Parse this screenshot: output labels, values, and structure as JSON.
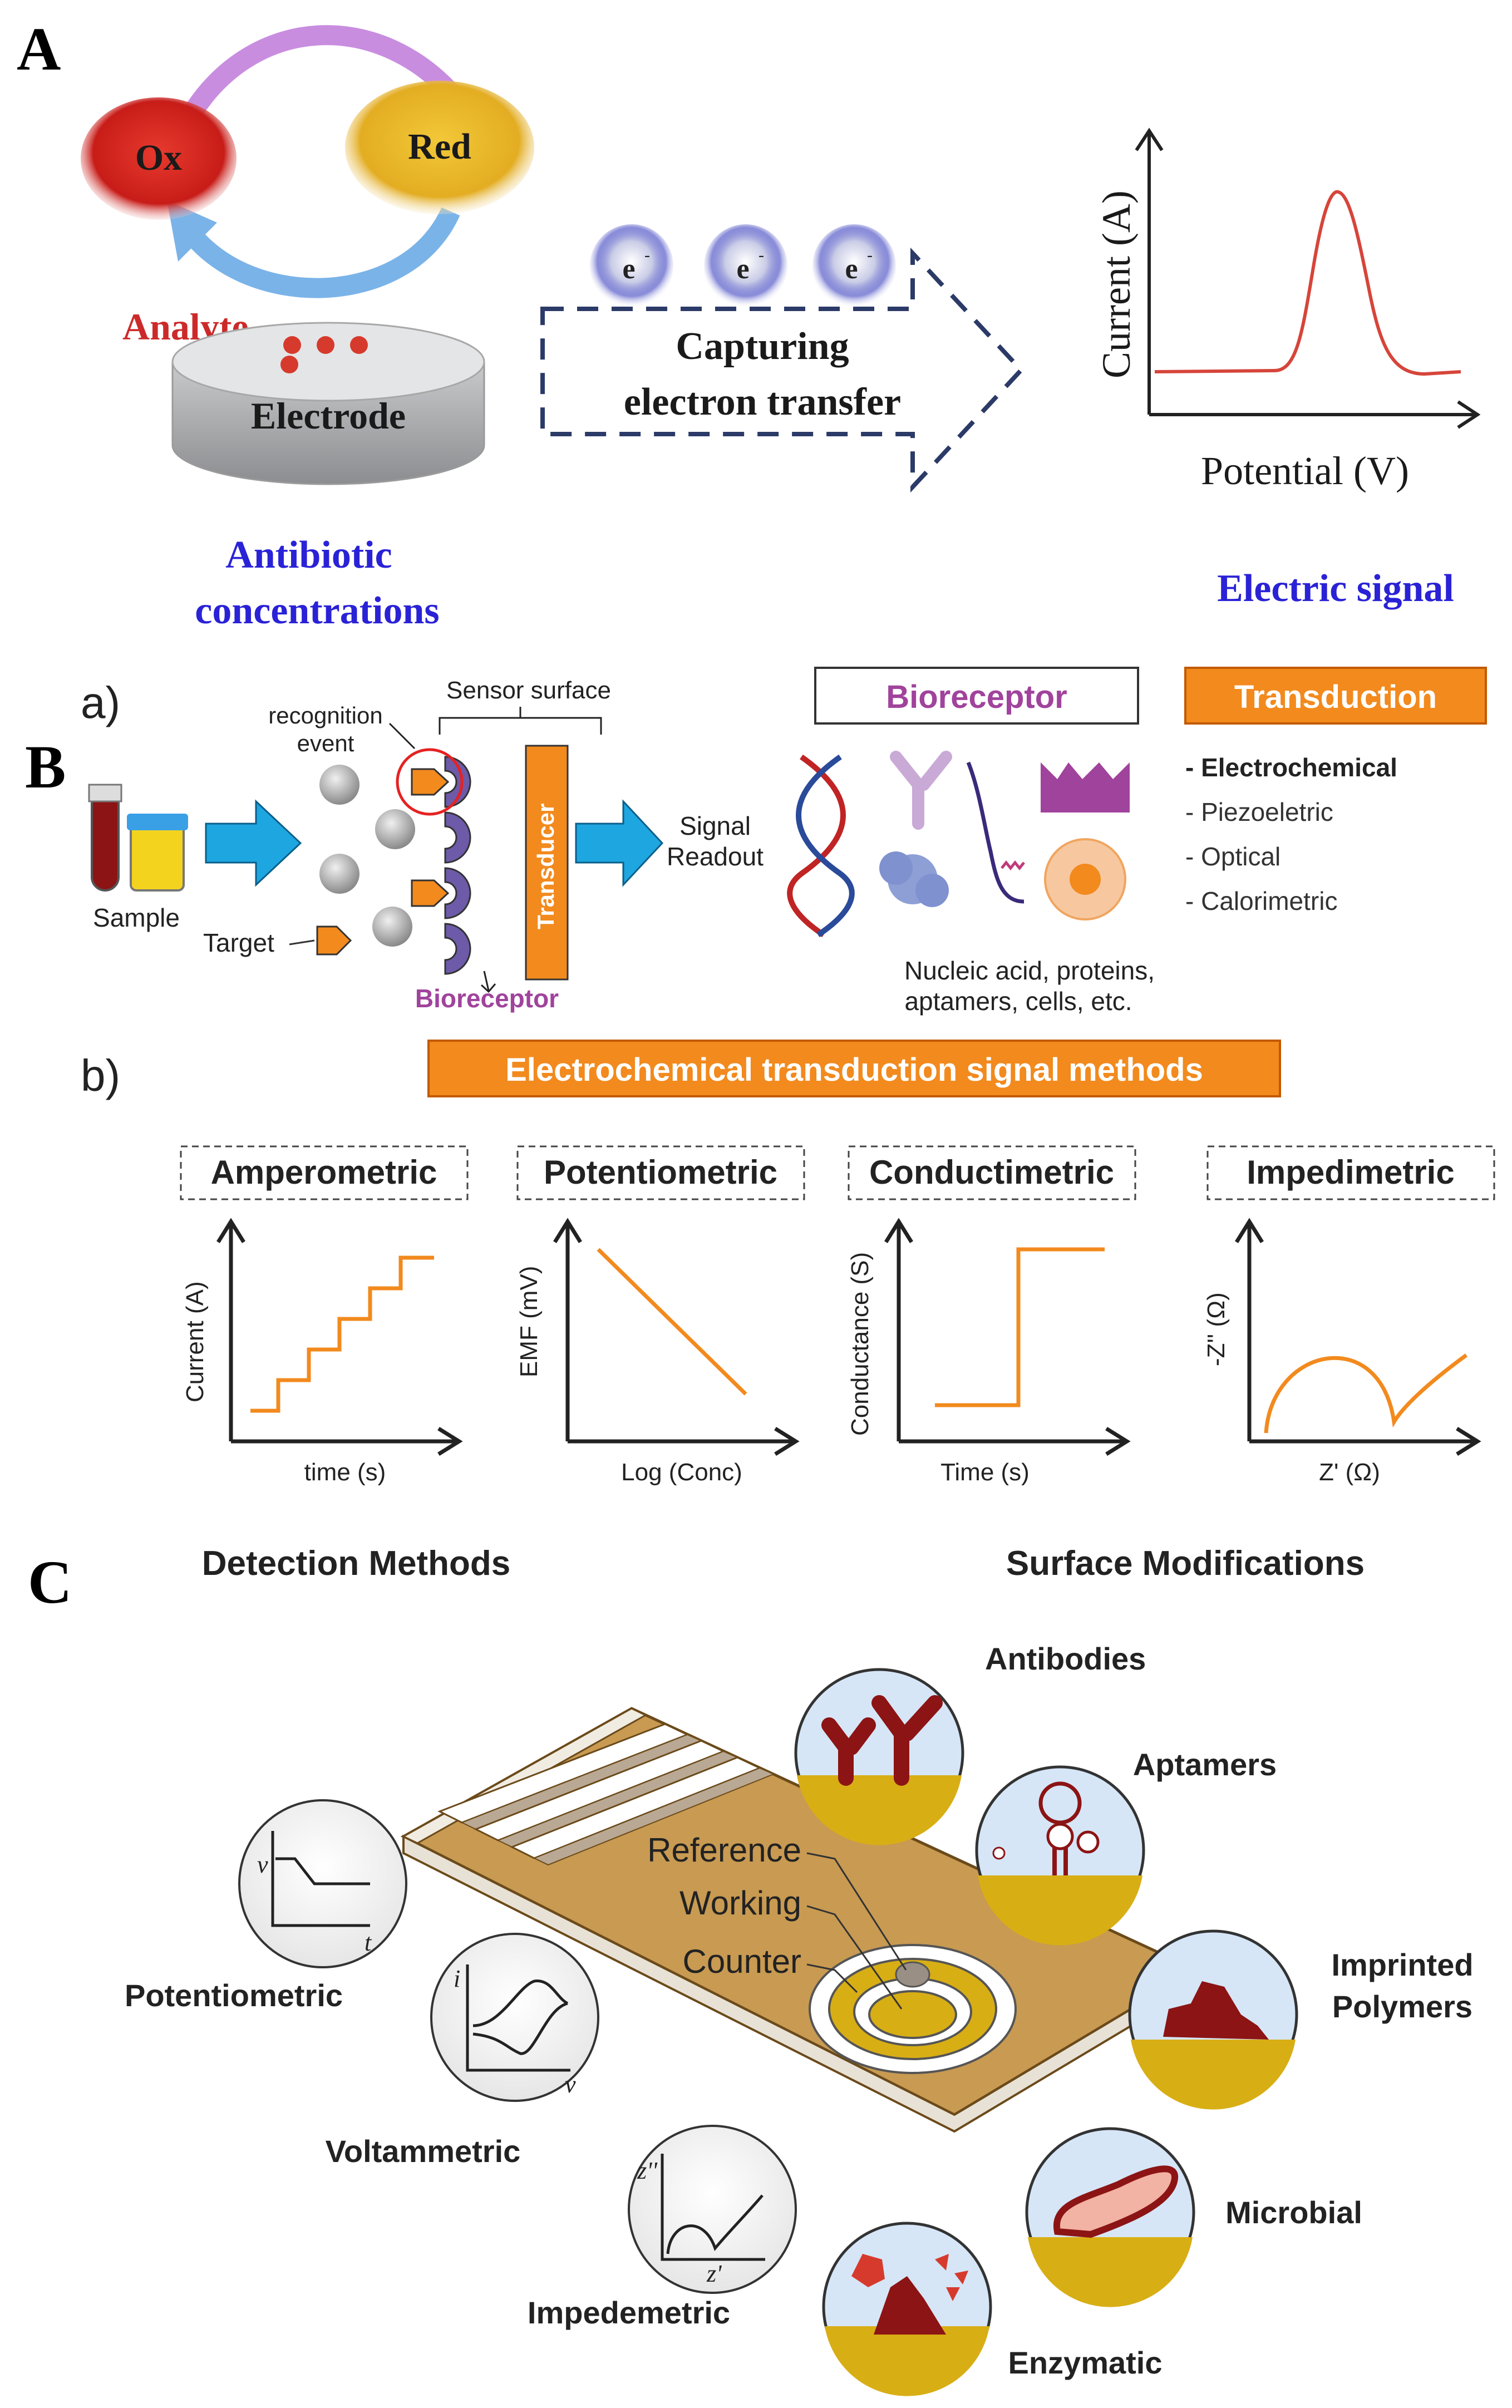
{
  "colors": {
    "ox_red": "#d0201b",
    "red_yellow": "#e9b92a",
    "blue_text": "#2a22d6",
    "purple_text": "#a0439c",
    "orange": "#f28a1e",
    "dark_orange_text": "#c25a00",
    "analyte_red": "#cc2a2a",
    "strip_brown": "#c89a52",
    "gold": "#d8ae15",
    "signal_red": "#d6453a",
    "arrow_blue": "#1ea6e0"
  },
  "panel_a": {
    "letter": "A",
    "ox": "Ox",
    "red": "Red",
    "analyte": "Analyte",
    "electrode": "Electrode",
    "electron": "e",
    "electron_sup": "-",
    "arrow_line1": "Capturing",
    "arrow_line2": "electron transfer",
    "ylabel": "Current (A)",
    "xlabel": "Potential (V)",
    "left_caption_line1": "Antibiotic",
    "left_caption_line2": "concentrations",
    "right_caption": "Electric signal"
  },
  "panel_b": {
    "letter": "B",
    "sub_a": "a)",
    "sub_b": "b)",
    "sample": "Sample",
    "target": "Target",
    "recognition_line1": "recognition",
    "recognition_line2": "event",
    "sensor_surface": "Sensor surface",
    "transducer": "Transducer",
    "signal_line1": "Signal",
    "signal_line2": "Readout",
    "bioreceptor_label": "Bioreceptor",
    "bioreceptor_box": "Bioreceptor",
    "transduction_box": "Transduction",
    "transduction_items": [
      "- Electrochemical",
      "- Piezoeletric",
      "- Optical",
      "- Calorimetric"
    ],
    "bioreceptor_caption_line1": "Nucleic acid, proteins,",
    "bioreceptor_caption_line2": "aptamers, cells, etc.",
    "methods_banner": "Electrochemical transduction signal methods",
    "methods": [
      {
        "name": "Amperometric",
        "ylabel": "Current (A)",
        "xlabel": "time (s)"
      },
      {
        "name": "Potentiometric",
        "ylabel": "EMF (mV)",
        "xlabel": "Log (Conc)"
      },
      {
        "name": "Conductimetric",
        "ylabel": "Conductance (S)",
        "xlabel": "Time (s)"
      },
      {
        "name": "Impedimetric",
        "ylabel": "-Z'' (Ω)",
        "xlabel": "Z' (Ω)"
      }
    ]
  },
  "panel_c": {
    "letter": "C",
    "detection_title": "Detection Methods",
    "surface_title": "Surface Modifications",
    "electrodes": [
      "Reference",
      "Working",
      "Counter"
    ],
    "detection": [
      {
        "name": "Potentiometric",
        "y_axis": "v",
        "x_axis": "t"
      },
      {
        "name": "Voltammetric",
        "y_axis": "i",
        "x_axis": "v"
      },
      {
        "name": "Impedemetric",
        "y_axis": "z''",
        "x_axis": "z'"
      }
    ],
    "surface": [
      "Antibodies",
      "Aptamers",
      "Imprinted",
      "Polymers",
      "Microbial",
      "Enzymatic"
    ]
  }
}
